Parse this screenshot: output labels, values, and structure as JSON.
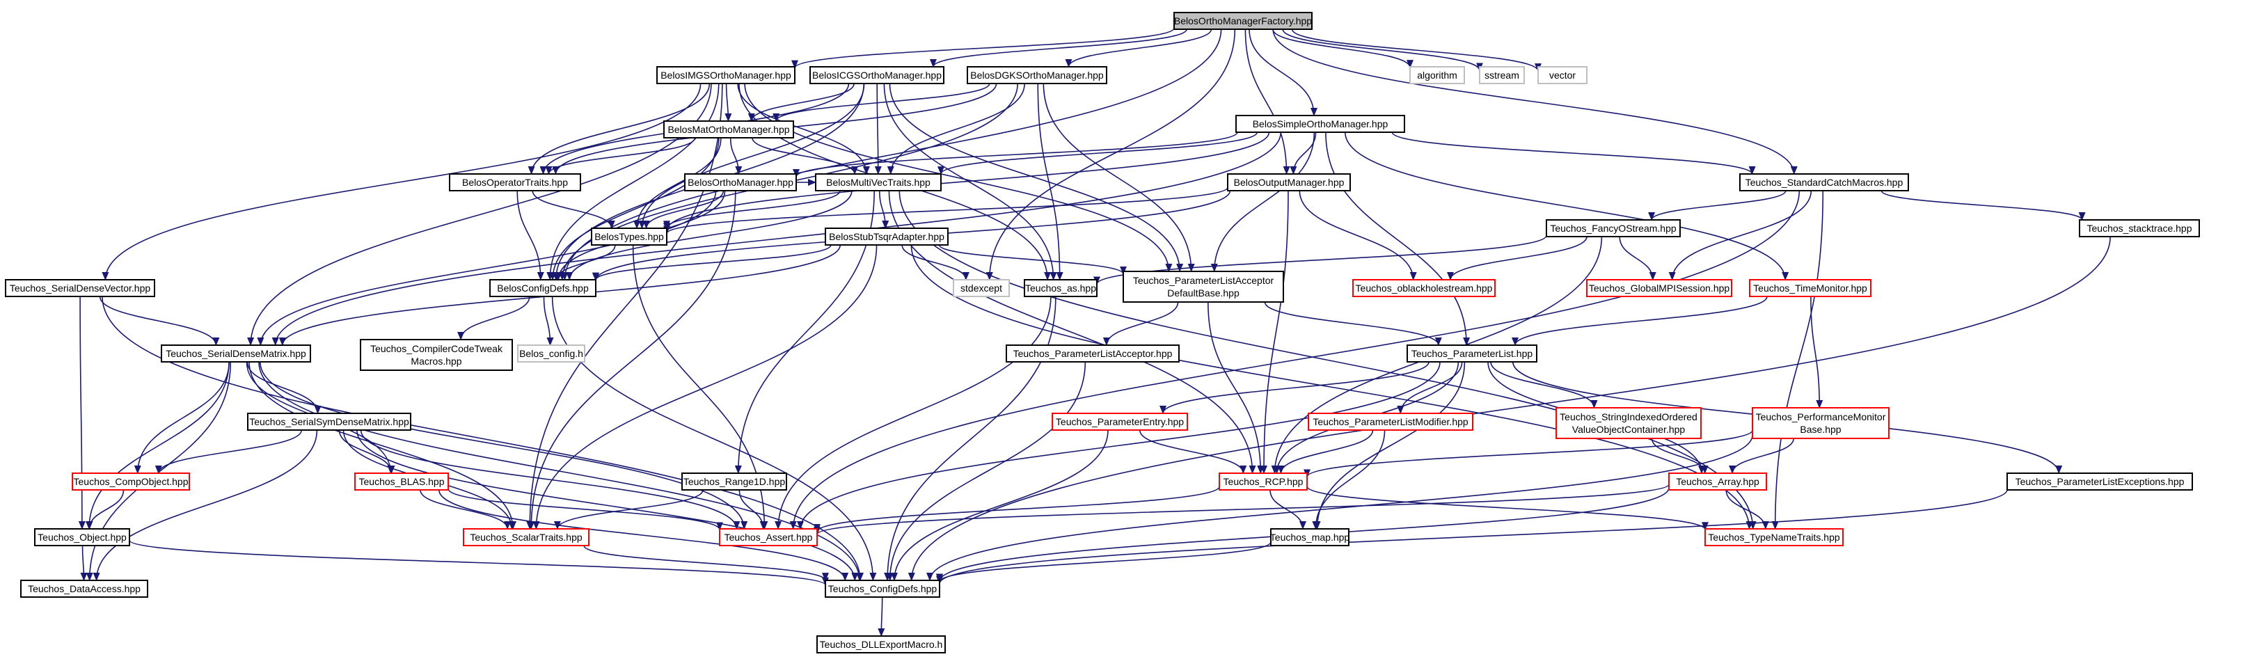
{
  "colors": {
    "edge": "#191970",
    "root_fill": "#bfbfbf",
    "box_stroke": "#000000",
    "missing_stroke": "#ff0000",
    "external_stroke": "#bfbfbf",
    "external_text": "#000000"
  },
  "nodes": [
    {
      "id": "root",
      "label": "BelosOrthoManagerFactory.hpp",
      "kind": "root"
    },
    {
      "id": "imgs",
      "label": "BelosIMGSOrthoManager.hpp",
      "kind": "normal"
    },
    {
      "id": "icgs",
      "label": "BelosICGSOrthoManager.hpp",
      "kind": "normal"
    },
    {
      "id": "dgks",
      "label": "BelosDGKSOrthoManager.hpp",
      "kind": "normal"
    },
    {
      "id": "algorithm",
      "label": "algorithm",
      "kind": "external"
    },
    {
      "id": "sstream",
      "label": "sstream",
      "kind": "external"
    },
    {
      "id": "vector",
      "label": "vector",
      "kind": "external"
    },
    {
      "id": "mat",
      "label": "BelosMatOrthoManager.hpp",
      "kind": "normal"
    },
    {
      "id": "simple",
      "label": "BelosSimpleOrthoManager.hpp",
      "kind": "normal"
    },
    {
      "id": "optraits",
      "label": "BelosOperatorTraits.hpp",
      "kind": "normal"
    },
    {
      "id": "ortho",
      "label": "BelosOrthoManager.hpp",
      "kind": "normal"
    },
    {
      "id": "multivec",
      "label": "BelosMultiVecTraits.hpp",
      "kind": "normal"
    },
    {
      "id": "output",
      "label": "BelosOutputManager.hpp",
      "kind": "normal"
    },
    {
      "id": "catch",
      "label": "Teuchos_StandardCatchMacros.hpp",
      "kind": "normal"
    },
    {
      "id": "types",
      "label": "BelosTypes.hpp",
      "kind": "normal"
    },
    {
      "id": "stubtsqr",
      "label": "BelosStubTsqrAdapter.hpp",
      "kind": "normal"
    },
    {
      "id": "fancy",
      "label": "Teuchos_FancyOStream.hpp",
      "kind": "normal"
    },
    {
      "id": "stacktrace",
      "label": "Teuchos_stacktrace.hpp",
      "kind": "normal"
    },
    {
      "id": "config",
      "label": "BelosConfigDefs.hpp",
      "kind": "normal"
    },
    {
      "id": "stdexcept",
      "label": "stdexcept",
      "kind": "external"
    },
    {
      "id": "as",
      "label": "Teuchos_as.hpp",
      "kind": "normal"
    },
    {
      "id": "plad",
      "label": "Teuchos_ParameterListAcceptor\nDefaultBase.hpp",
      "kind": "normal"
    },
    {
      "id": "oblack",
      "label": "Teuchos_oblackholestream.hpp",
      "kind": "missing"
    },
    {
      "id": "gmpi",
      "label": "Teuchos_GlobalMPISession.hpp",
      "kind": "missing"
    },
    {
      "id": "timemon",
      "label": "Teuchos_TimeMonitor.hpp",
      "kind": "missing"
    },
    {
      "id": "sdvec",
      "label": "Teuchos_SerialDenseVector.hpp",
      "kind": "normal"
    },
    {
      "id": "sdmat",
      "label": "Teuchos_SerialDenseMatrix.hpp",
      "kind": "normal"
    },
    {
      "id": "cctweak",
      "label": "Teuchos_CompilerCodeTweak\nMacros.hpp",
      "kind": "normal"
    },
    {
      "id": "belosconfig",
      "label": "Belos_config.h",
      "kind": "external"
    },
    {
      "id": "pla",
      "label": "Teuchos_ParameterListAcceptor.hpp",
      "kind": "normal"
    },
    {
      "id": "plist",
      "label": "Teuchos_ParameterList.hpp",
      "kind": "normal"
    },
    {
      "id": "ssdmat",
      "label": "Teuchos_SerialSymDenseMatrix.hpp",
      "kind": "normal"
    },
    {
      "id": "pentry",
      "label": "Teuchos_ParameterEntry.hpp",
      "kind": "missing"
    },
    {
      "id": "plmod",
      "label": "Teuchos_ParameterListModifier.hpp",
      "kind": "missing"
    },
    {
      "id": "sivoc",
      "label": "Teuchos_StringIndexedOrdered\nValueObjectContainer.hpp",
      "kind": "missing"
    },
    {
      "id": "perfmon",
      "label": "Teuchos_PerformanceMonitor\nBase.hpp",
      "kind": "missing"
    },
    {
      "id": "compobj",
      "label": "Teuchos_CompObject.hpp",
      "kind": "missing"
    },
    {
      "id": "blas",
      "label": "Teuchos_BLAS.hpp",
      "kind": "missing"
    },
    {
      "id": "range1d",
      "label": "Teuchos_Range1D.hpp",
      "kind": "normal"
    },
    {
      "id": "rcp",
      "label": "Teuchos_RCP.hpp",
      "kind": "missing"
    },
    {
      "id": "array",
      "label": "Teuchos_Array.hpp",
      "kind": "missing"
    },
    {
      "id": "plexc",
      "label": "Teuchos_ParameterListExceptions.hpp",
      "kind": "normal"
    },
    {
      "id": "object",
      "label": "Teuchos_Object.hpp",
      "kind": "normal"
    },
    {
      "id": "scalar",
      "label": "Teuchos_ScalarTraits.hpp",
      "kind": "missing"
    },
    {
      "id": "assert",
      "label": "Teuchos_Assert.hpp",
      "kind": "missing"
    },
    {
      "id": "map",
      "label": "Teuchos_map.hpp",
      "kind": "normal"
    },
    {
      "id": "typename",
      "label": "Teuchos_TypeNameTraits.hpp",
      "kind": "missing"
    },
    {
      "id": "dataaccess",
      "label": "Teuchos_DataAccess.hpp",
      "kind": "normal"
    },
    {
      "id": "tconfig",
      "label": "Teuchos_ConfigDefs.hpp",
      "kind": "normal"
    },
    {
      "id": "dllexport",
      "label": "Teuchos_DLLExportMacro.h",
      "kind": "normal"
    }
  ],
  "edges": [
    [
      "root",
      "imgs"
    ],
    [
      "root",
      "icgs"
    ],
    [
      "root",
      "dgks"
    ],
    [
      "root",
      "algorithm"
    ],
    [
      "root",
      "sstream"
    ],
    [
      "root",
      "vector"
    ],
    [
      "root",
      "simple"
    ],
    [
      "root",
      "output"
    ],
    [
      "root",
      "catch"
    ],
    [
      "root",
      "config"
    ],
    [
      "root",
      "stdexcept"
    ],
    [
      "imgs",
      "mat"
    ],
    [
      "imgs",
      "optraits"
    ],
    [
      "imgs",
      "multivec"
    ],
    [
      "imgs",
      "config"
    ],
    [
      "imgs",
      "as"
    ],
    [
      "imgs",
      "plad"
    ],
    [
      "imgs",
      "sdvec"
    ],
    [
      "imgs",
      "sdmat"
    ],
    [
      "imgs",
      "scalar"
    ],
    [
      "icgs",
      "mat"
    ],
    [
      "icgs",
      "optraits"
    ],
    [
      "icgs",
      "multivec"
    ],
    [
      "icgs",
      "config"
    ],
    [
      "icgs",
      "as"
    ],
    [
      "icgs",
      "plad"
    ],
    [
      "icgs",
      "types"
    ],
    [
      "dgks",
      "mat"
    ],
    [
      "dgks",
      "optraits"
    ],
    [
      "dgks",
      "multivec"
    ],
    [
      "dgks",
      "config"
    ],
    [
      "dgks",
      "as"
    ],
    [
      "dgks",
      "plad"
    ],
    [
      "mat",
      "ortho"
    ],
    [
      "mat",
      "optraits"
    ],
    [
      "mat",
      "multivec"
    ],
    [
      "mat",
      "types"
    ],
    [
      "mat",
      "config"
    ],
    [
      "simple",
      "ortho"
    ],
    [
      "simple",
      "multivec"
    ],
    [
      "simple",
      "output"
    ],
    [
      "simple",
      "catch"
    ],
    [
      "simple",
      "plad"
    ],
    [
      "simple",
      "timemon"
    ],
    [
      "simple",
      "plist"
    ],
    [
      "simple",
      "types"
    ],
    [
      "simple",
      "sdmat"
    ],
    [
      "optraits",
      "types"
    ],
    [
      "optraits",
      "config"
    ],
    [
      "ortho",
      "types"
    ],
    [
      "ortho",
      "config"
    ],
    [
      "ortho",
      "multivec"
    ],
    [
      "ortho",
      "sdmat"
    ],
    [
      "ortho",
      "scalar"
    ],
    [
      "multivec",
      "types"
    ],
    [
      "multivec",
      "config"
    ],
    [
      "multivec",
      "stubtsqr"
    ],
    [
      "multivec",
      "range1d"
    ],
    [
      "multivec",
      "rcp"
    ],
    [
      "multivec",
      "typename"
    ],
    [
      "output",
      "types"
    ],
    [
      "output",
      "config"
    ],
    [
      "output",
      "oblack"
    ],
    [
      "output",
      "rcp"
    ],
    [
      "catch",
      "fancy"
    ],
    [
      "catch",
      "stacktrace"
    ],
    [
      "catch",
      "gmpi"
    ],
    [
      "catch",
      "typename"
    ],
    [
      "catch",
      "assert"
    ],
    [
      "types",
      "config"
    ],
    [
      "types",
      "assert"
    ],
    [
      "stubtsqr",
      "config"
    ],
    [
      "stubtsqr",
      "stdexcept"
    ],
    [
      "stubtsqr",
      "plad"
    ],
    [
      "stubtsqr",
      "sdmat"
    ],
    [
      "stubtsqr",
      "scalar"
    ],
    [
      "stubtsqr",
      "typename"
    ],
    [
      "fancy",
      "oblack"
    ],
    [
      "fancy",
      "gmpi"
    ],
    [
      "fancy",
      "as"
    ],
    [
      "fancy",
      "rcp"
    ],
    [
      "stacktrace",
      "tconfig"
    ],
    [
      "config",
      "cctweak"
    ],
    [
      "config",
      "belosconfig"
    ],
    [
      "config",
      "tconfig"
    ],
    [
      "as",
      "assert"
    ],
    [
      "as",
      "tconfig"
    ],
    [
      "plad",
      "pla"
    ],
    [
      "plad",
      "plist"
    ],
    [
      "plad",
      "rcp"
    ],
    [
      "timemon",
      "plist"
    ],
    [
      "timemon",
      "perfmon"
    ],
    [
      "sdvec",
      "sdmat"
    ],
    [
      "sdvec",
      "object"
    ],
    [
      "sdvec",
      "tconfig"
    ],
    [
      "sdmat",
      "ssdmat"
    ],
    [
      "sdmat",
      "compobj"
    ],
    [
      "sdmat",
      "blas"
    ],
    [
      "sdmat",
      "object"
    ],
    [
      "sdmat",
      "dataaccess"
    ],
    [
      "sdmat",
      "scalar"
    ],
    [
      "sdmat",
      "assert"
    ],
    [
      "sdmat",
      "tconfig"
    ],
    [
      "pla",
      "tconfig"
    ],
    [
      "plist",
      "pentry"
    ],
    [
      "plist",
      "plmod"
    ],
    [
      "plist",
      "sivoc"
    ],
    [
      "plist",
      "rcp"
    ],
    [
      "plist",
      "array"
    ],
    [
      "plist",
      "map"
    ],
    [
      "plist",
      "assert"
    ],
    [
      "plist",
      "plexc"
    ],
    [
      "ssdmat",
      "compobj"
    ],
    [
      "ssdmat",
      "blas"
    ],
    [
      "ssdmat",
      "scalar"
    ],
    [
      "ssdmat",
      "assert"
    ],
    [
      "ssdmat",
      "dataaccess"
    ],
    [
      "ssdmat",
      "tconfig"
    ],
    [
      "pentry",
      "rcp"
    ],
    [
      "pentry",
      "tconfig"
    ],
    [
      "plmod",
      "rcp"
    ],
    [
      "plmod",
      "map"
    ],
    [
      "sivoc",
      "array"
    ],
    [
      "perfmon",
      "array"
    ],
    [
      "perfmon",
      "rcp"
    ],
    [
      "perfmon",
      "tconfig"
    ],
    [
      "compobj",
      "object"
    ],
    [
      "blas",
      "scalar"
    ],
    [
      "blas",
      "assert"
    ],
    [
      "blas",
      "tconfig"
    ],
    [
      "range1d",
      "assert"
    ],
    [
      "range1d",
      "scalar"
    ],
    [
      "rcp",
      "map"
    ],
    [
      "rcp",
      "assert"
    ],
    [
      "rcp",
      "typename"
    ],
    [
      "array",
      "assert"
    ],
    [
      "array",
      "typename"
    ],
    [
      "array",
      "tconfig"
    ],
    [
      "plexc",
      "tconfig"
    ],
    [
      "object",
      "dataaccess"
    ],
    [
      "object",
      "tconfig"
    ],
    [
      "scalar",
      "tconfig"
    ],
    [
      "map",
      "tconfig"
    ],
    [
      "tconfig",
      "dllexport"
    ]
  ]
}
